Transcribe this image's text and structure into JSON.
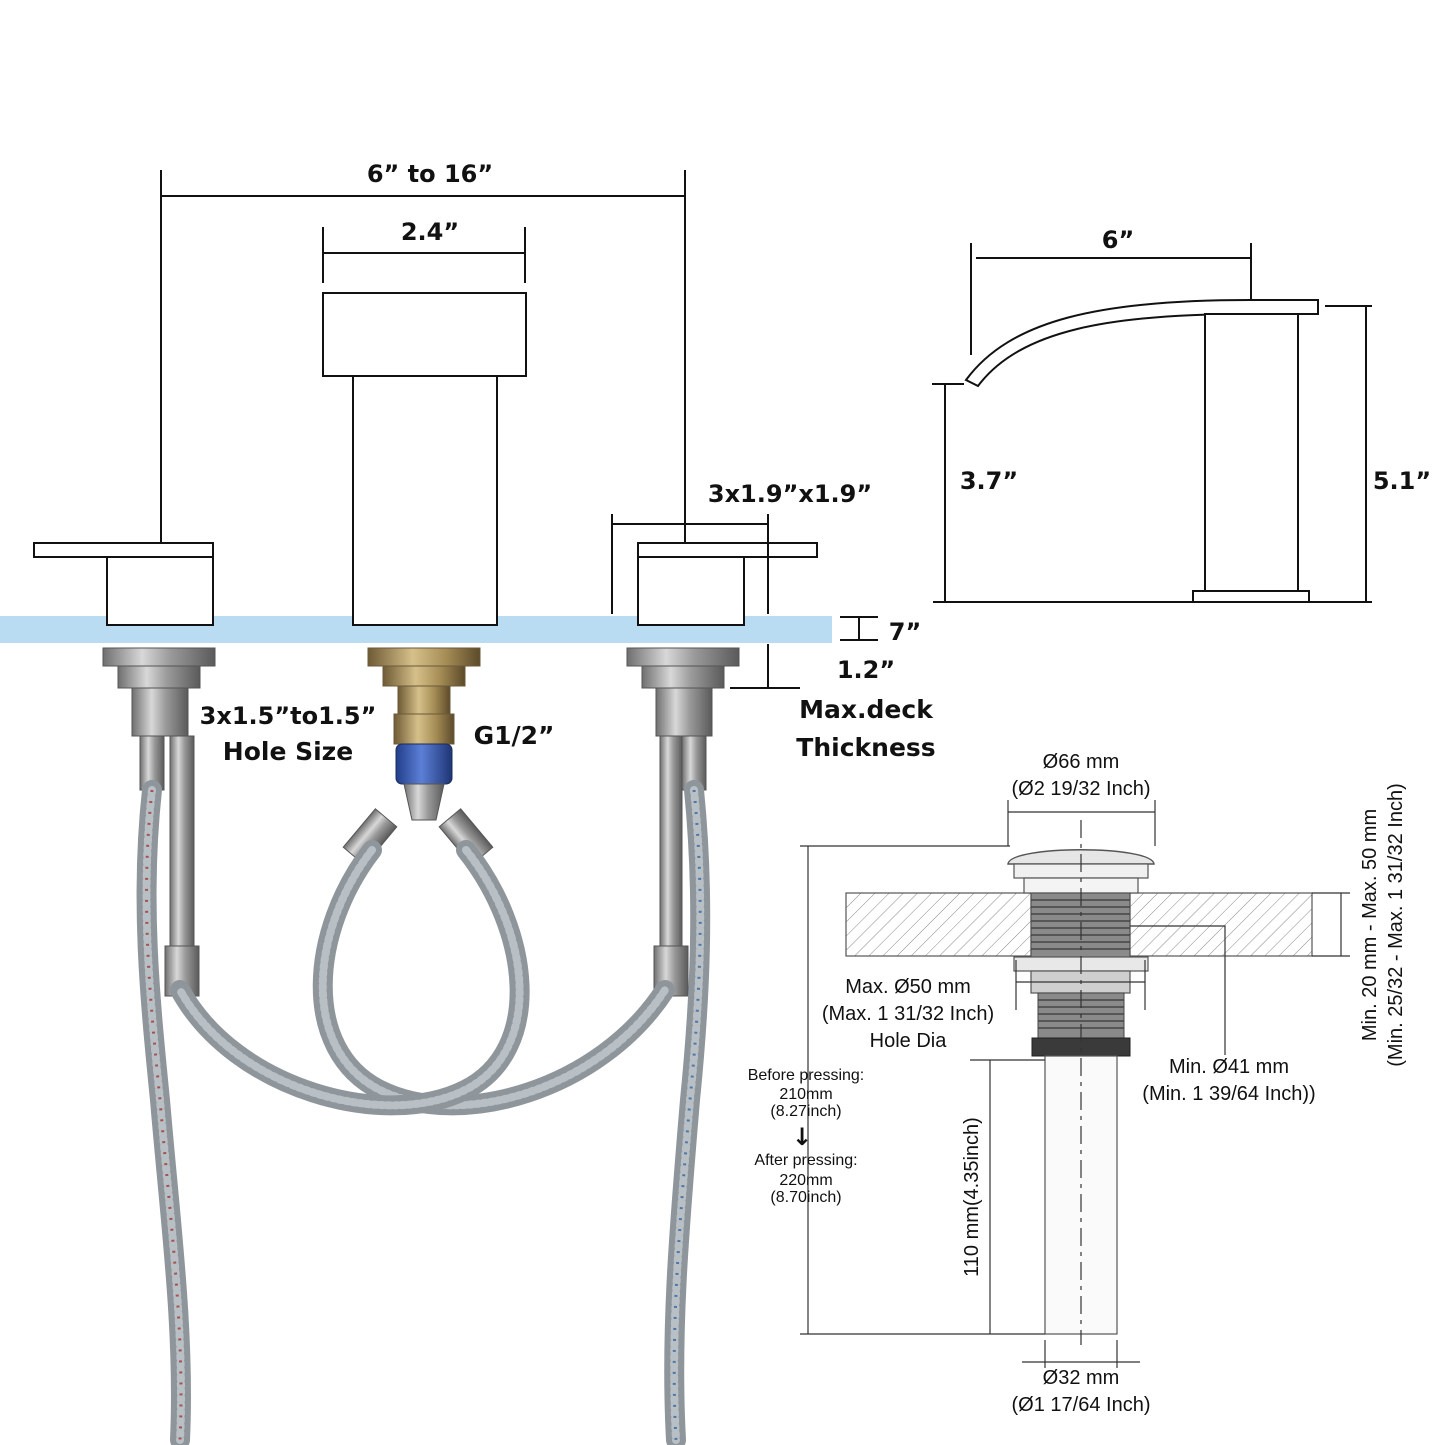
{
  "faucet_front": {
    "spread_label": "6” to 16”",
    "spout_width_label": "2.4”",
    "handle_size_label": "3x1.9”x1.9”",
    "deck_label": "7”",
    "max_deck_value_label": "1.2”",
    "max_deck_line1": "Max.deck",
    "max_deck_line2": "Thickness",
    "hole_size_line1": "3x1.5”to1.5”",
    "hole_size_line2": "Hole Size",
    "thread_label": "G1/2”"
  },
  "faucet_side": {
    "reach_label": "6”",
    "spout_height_label": "3.7”",
    "total_height_label": "5.1”"
  },
  "drain": {
    "top_dia_line1": "Ø66 mm",
    "top_dia_line2": "(Ø2 19/32 Inch)",
    "max_hole_line1": "Max. Ø50 mm",
    "max_hole_line2": "(Max. 1 31/32 Inch)",
    "max_hole_line3": "Hole Dia",
    "min_dia_line1": "Min. Ø41  mm",
    "min_dia_line2": "(Min. 1 39/64 Inch))",
    "thickness_line1": "Min. 20 mm - Max. 50 mm",
    "thickness_line2": "(Min. 25/32 - Max. 1 31/32 Inch)",
    "before_line1": "Before pressing:",
    "before_line2": "210mm",
    "before_line3": "(8.27inch)",
    "arrow_glyph": "↓",
    "after_line1": "After pressing:",
    "after_line2": "220mm",
    "after_line3": "(8.70inch)",
    "tail_length_label": "110 mm(4.35inch)",
    "tail_dia_line1": "Ø32 mm",
    "tail_dia_line2": "(Ø1 17/64 Inch)"
  },
  "colors": {
    "deck": "#b9dcf3",
    "ink": "#111111",
    "hose": "#8e969c"
  }
}
